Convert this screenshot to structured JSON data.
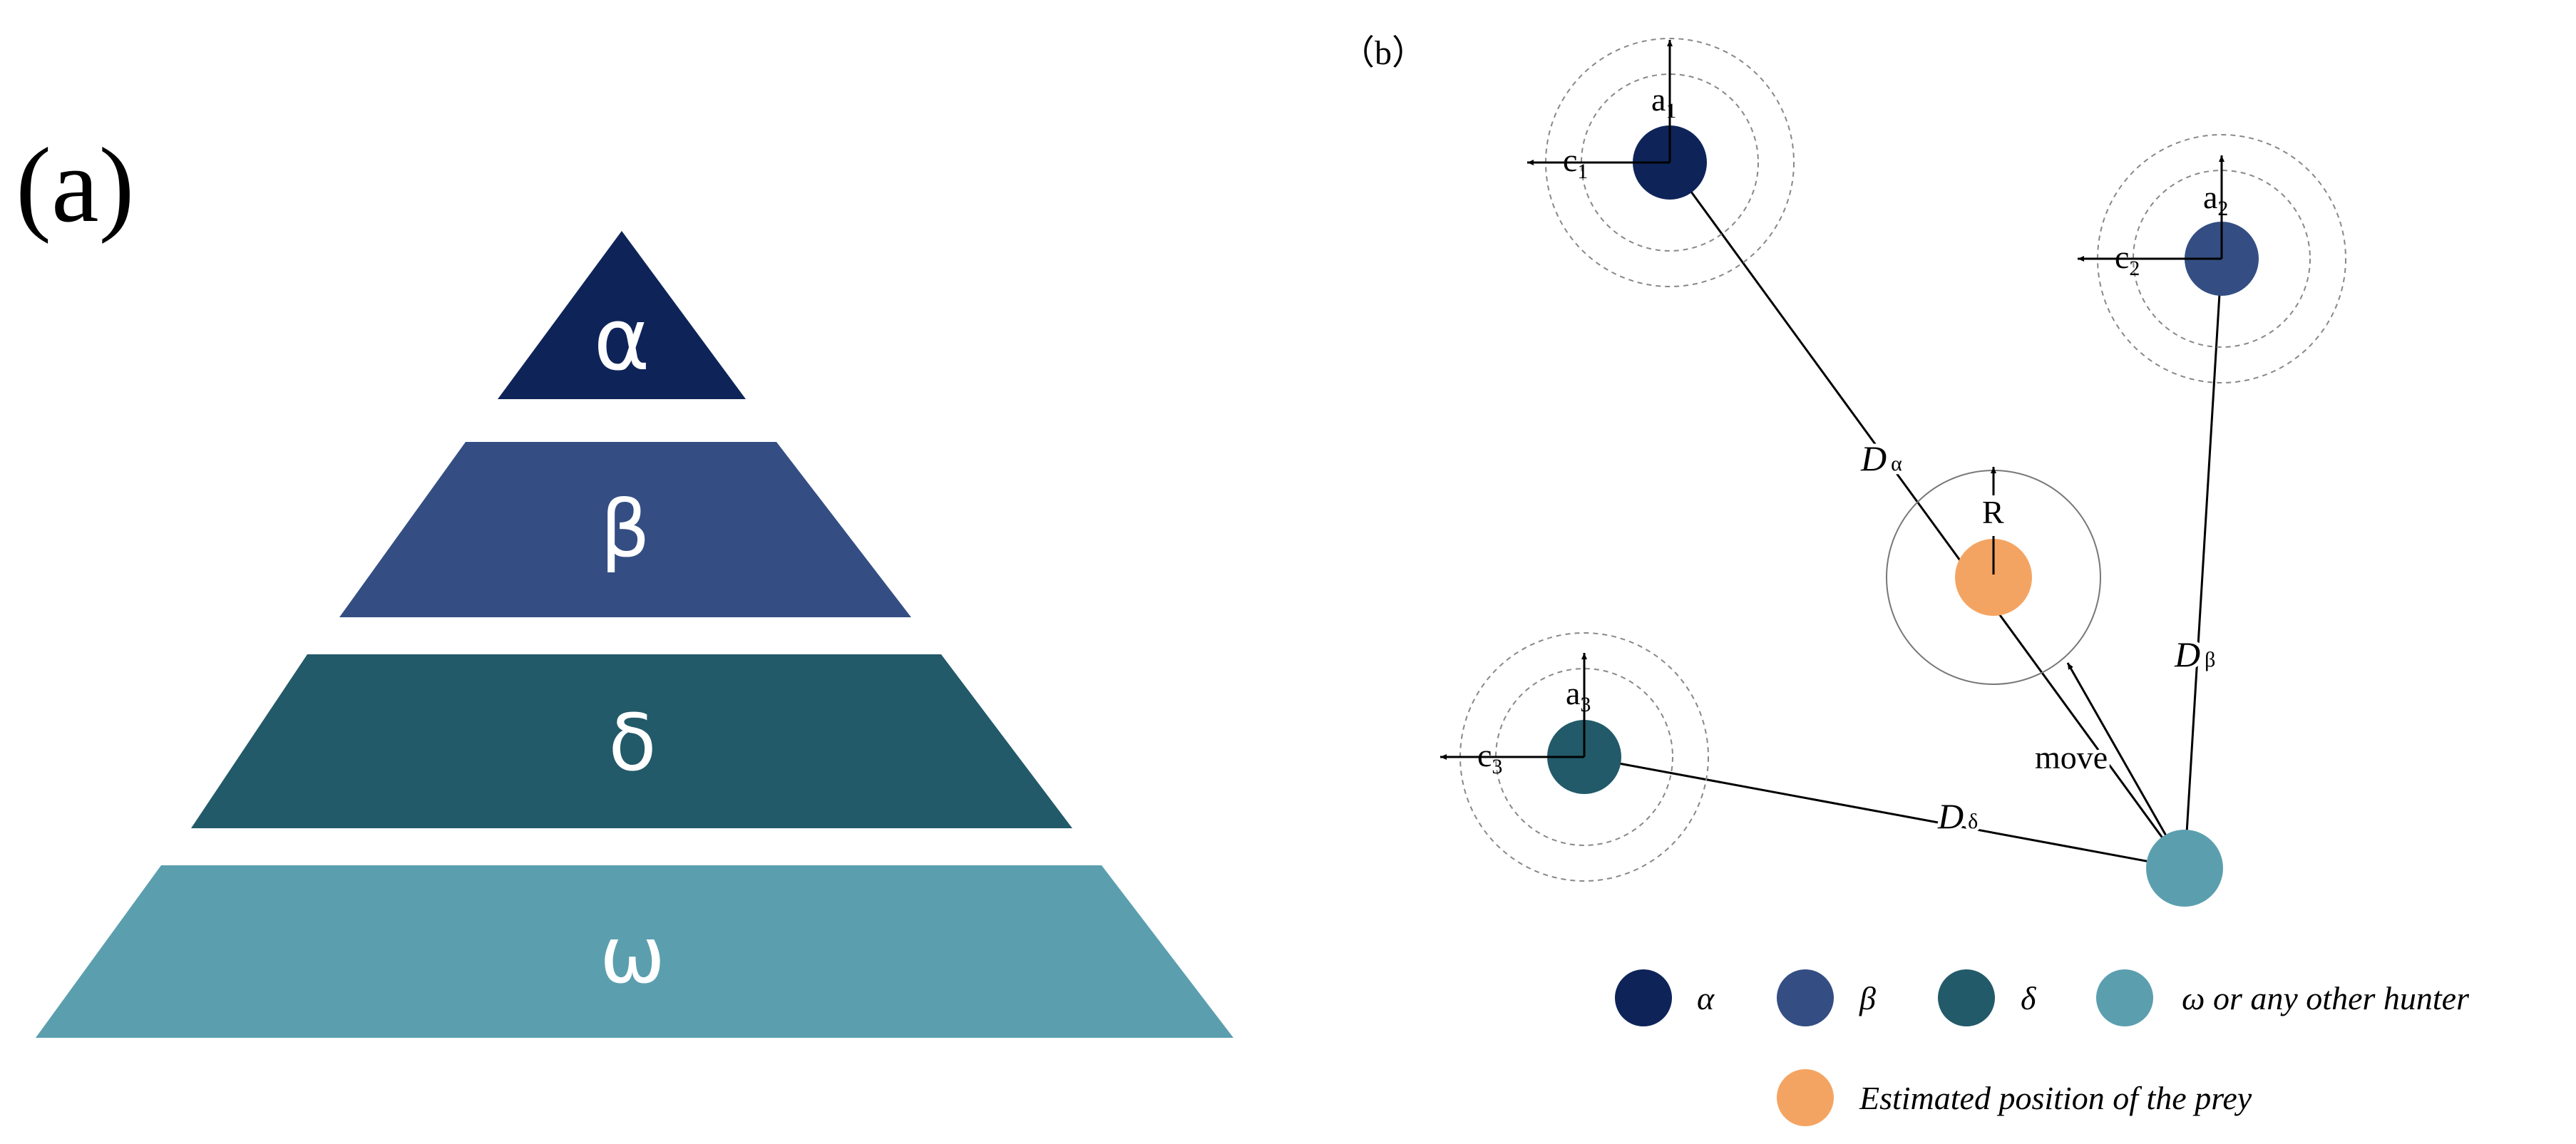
{
  "panel_a": {
    "label": "(a)",
    "levels": [
      {
        "symbol": "α",
        "color": "#0E2459"
      },
      {
        "symbol": "β",
        "color": "#344E83"
      },
      {
        "symbol": "δ",
        "color": "#225A69"
      },
      {
        "symbol": "ω",
        "color": "#5B9FAF"
      }
    ]
  },
  "panel_b": {
    "label": "（b）",
    "agents": {
      "alpha": {
        "a_label": "a",
        "a_sub": "1",
        "c_label": "c",
        "c_sub": "1",
        "color": "#0E2459"
      },
      "beta": {
        "a_label": "a",
        "a_sub": "2",
        "c_label": "c",
        "c_sub": "2",
        "color": "#344E83"
      },
      "delta": {
        "a_label": "a",
        "a_sub": "3",
        "c_label": "c",
        "c_sub": "3",
        "color": "#225A69"
      },
      "omega": {
        "color": "#5B9FAF"
      },
      "prey": {
        "r_label": "R",
        "color": "#F4A462"
      }
    },
    "distances": {
      "d_alpha": {
        "main": "D",
        "sub": "α"
      },
      "d_beta": {
        "main": "D",
        "sub": "β"
      },
      "d_delta": {
        "main": "D",
        "sub": "δ"
      }
    },
    "move_label": "move",
    "legend": [
      {
        "label": "α",
        "color": "#0E2459"
      },
      {
        "label": "β",
        "color": "#344E83"
      },
      {
        "label": "δ",
        "color": "#225A69"
      },
      {
        "label": "ω or any other hunter",
        "color": "#5B9FAF"
      },
      {
        "label": "Estimated position of the prey",
        "color": "#F4A462"
      }
    ]
  }
}
